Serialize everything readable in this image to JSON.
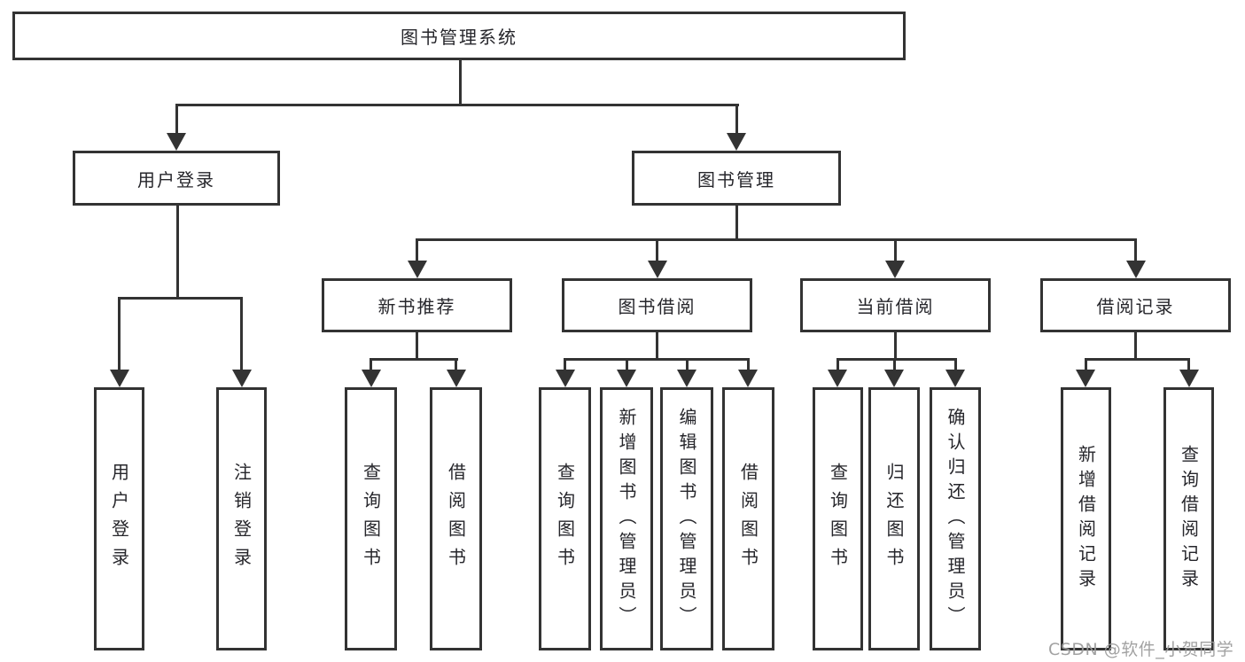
{
  "tree": {
    "label": "图书管理系统",
    "children": [
      {
        "label": "用户登录",
        "children": [
          {
            "label": "用户登录"
          },
          {
            "label": "注销登录"
          }
        ]
      },
      {
        "label": "图书管理",
        "children": [
          {
            "label": "新书推荐",
            "children": [
              {
                "label": "查询图书"
              },
              {
                "label": "借阅图书"
              }
            ]
          },
          {
            "label": "图书借阅",
            "children": [
              {
                "label": "查询图书"
              },
              {
                "label": "新增图书（管理员）"
              },
              {
                "label": "编辑图书（管理员）"
              },
              {
                "label": "借阅图书"
              }
            ]
          },
          {
            "label": "当前借阅",
            "children": [
              {
                "label": "查询图书"
              },
              {
                "label": "归还图书"
              },
              {
                "label": "确认归还（管理员）"
              }
            ]
          },
          {
            "label": "借阅记录",
            "children": [
              {
                "label": "新增借阅记录"
              },
              {
                "label": "查询借阅记录"
              }
            ]
          }
        ]
      }
    ]
  },
  "watermark": "CSDN @软件_小贺同学",
  "colors": {
    "line": "#333333",
    "text": "#26262b",
    "background": "#ffffff",
    "watermark": "#9b9b9b"
  }
}
